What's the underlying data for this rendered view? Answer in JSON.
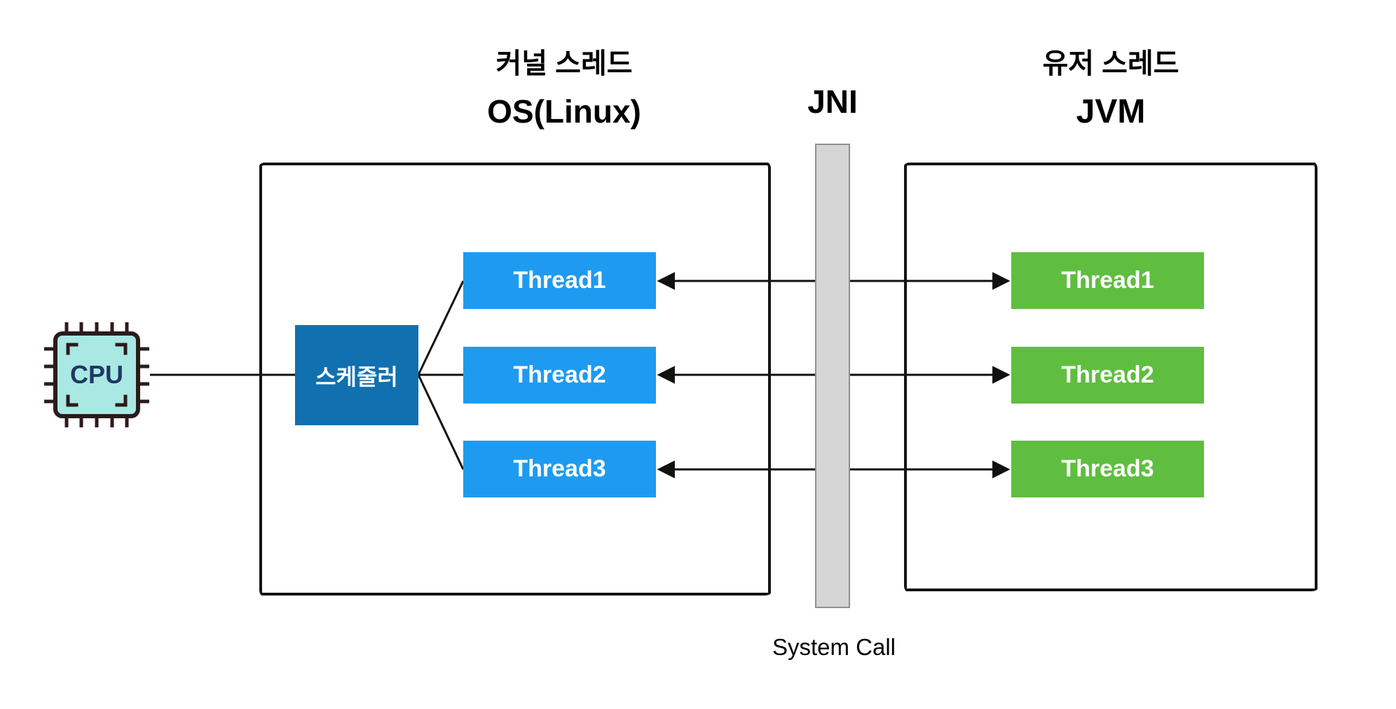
{
  "titles": {
    "kernel_thread": "커널 스레드",
    "os": "OS(Linux)",
    "jni": "JNI",
    "user_thread": "유저 스레드",
    "jvm": "JVM",
    "system_call": "System Call"
  },
  "cpu": {
    "label": "CPU"
  },
  "scheduler": {
    "label": "스케줄러"
  },
  "kernel_threads": [
    "Thread1",
    "Thread2",
    "Thread3"
  ],
  "user_threads": [
    "Thread1",
    "Thread2",
    "Thread3"
  ],
  "colors": {
    "kernel_thread_box": "#1e9bf0",
    "scheduler_box": "#1170af",
    "user_thread_box": "#5fbe3f",
    "jni_bar": "#d5d5d5",
    "box_border": "#141414",
    "cpu_fill": "#a9e8e3",
    "cpu_outline": "#2b1b1b",
    "cpu_text": "#1f3864",
    "connector": "#111111"
  }
}
